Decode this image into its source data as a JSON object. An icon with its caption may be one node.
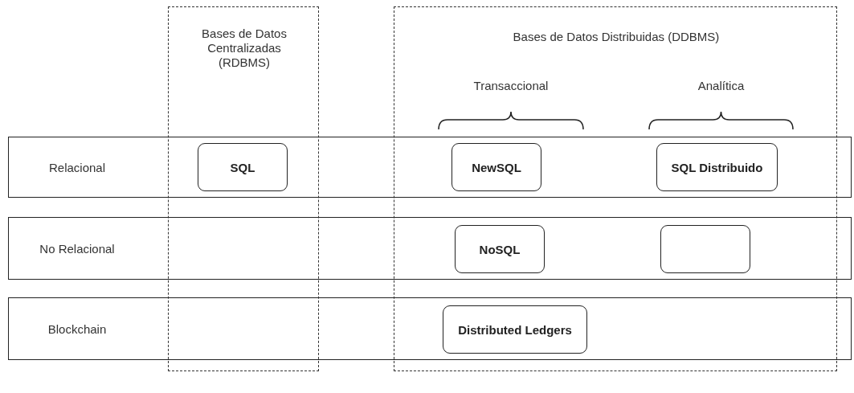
{
  "diagram": {
    "nodes": [
      {
        "text": [
          "Bases de Datos Centralizadas (RDBMS)"
        ]
      },
      {
        "text": [
          "Bases de Datos Distribuidas (DDBMS)"
        ]
      },
      {
        "text": [
          "Relacional"
        ]
      },
      {
        "text": [
          "No Relacional"
        ]
      },
      {
        "text": [
          "Blockchain"
        ]
      },
      {
        "text": [
          "SQL"
        ]
      },
      {
        "text": [
          "NewSQL"
        ]
      },
      {
        "text": [
          "SQL Distribuido"
        ]
      },
      {
        "text": [
          "NoSQL"
        ]
      },
      {
        "text": [],
        "shape": "box"
      },
      {
        "text": [
          "Distributed Ledgers"
        ]
      }
    ],
    "edges": [],
    "labels": [
      "Transaccional",
      "Analítica"
    ]
  }
}
